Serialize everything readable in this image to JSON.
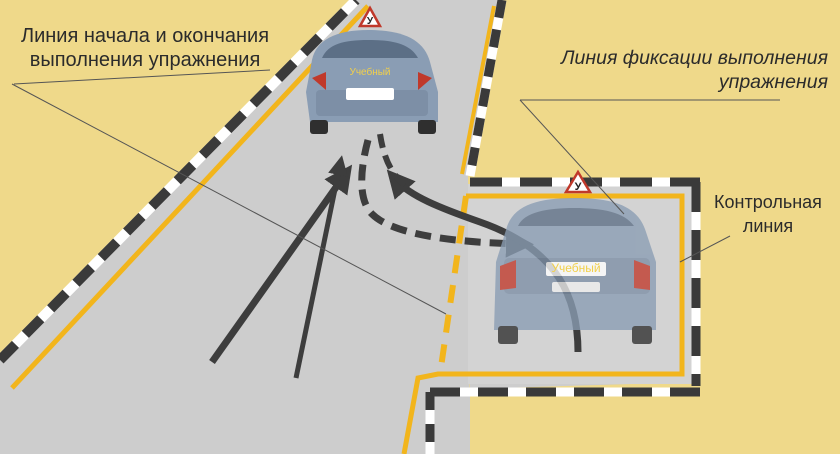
{
  "labels": {
    "start_finish_line": [
      "Линия начала и окончания",
      "выполнения упражнения"
    ],
    "fixation_line": [
      "Линия фиксации выполнения",
      "упражнения"
    ],
    "control_line": [
      "Контрольная",
      "линия"
    ]
  },
  "car": {
    "sign_letter": "У",
    "plate_text": "Учебный"
  },
  "colors": {
    "ground": "#efd98a",
    "road": "#cdcdcd",
    "marking_yellow": "#f2b51c",
    "curb_dark": "#3a3a3a",
    "curb_light": "#ffffff",
    "car_body": "#8a9db4",
    "arrow": "#3d3d3d"
  }
}
